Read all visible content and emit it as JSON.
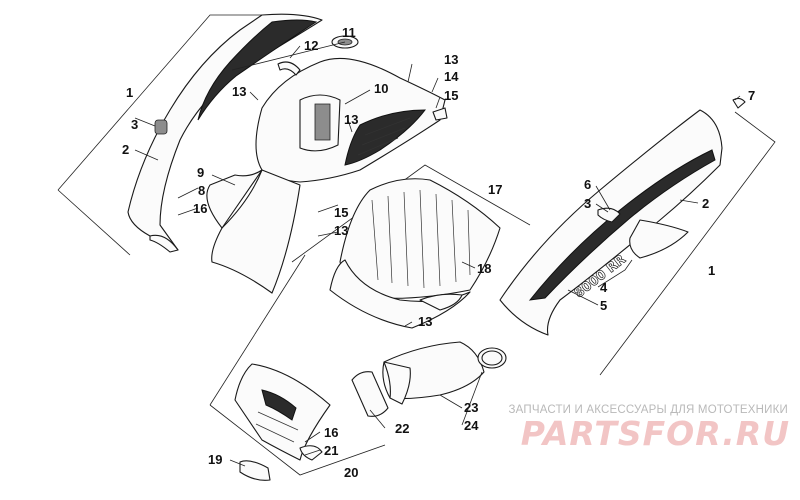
{
  "diagram": {
    "callouts": [
      {
        "id": "1",
        "label": "1"
      },
      {
        "id": "2",
        "label": "2"
      },
      {
        "id": "3",
        "label": "3"
      },
      {
        "id": "4",
        "label": "4"
      },
      {
        "id": "5",
        "label": "5"
      },
      {
        "id": "6",
        "label": "6"
      },
      {
        "id": "7",
        "label": "7"
      },
      {
        "id": "8",
        "label": "8"
      },
      {
        "id": "9",
        "label": "9"
      },
      {
        "id": "10",
        "label": "10"
      },
      {
        "id": "11",
        "label": "11"
      },
      {
        "id": "12",
        "label": "12"
      },
      {
        "id": "13",
        "label": "13"
      },
      {
        "id": "14",
        "label": "14"
      },
      {
        "id": "15",
        "label": "15"
      },
      {
        "id": "16",
        "label": "16"
      },
      {
        "id": "17",
        "label": "17"
      },
      {
        "id": "18",
        "label": "18"
      },
      {
        "id": "19",
        "label": "19"
      },
      {
        "id": "20",
        "label": "20"
      },
      {
        "id": "21",
        "label": "21"
      },
      {
        "id": "22",
        "label": "22"
      },
      {
        "id": "23",
        "label": "23"
      },
      {
        "id": "24",
        "label": "24"
      }
    ],
    "panel_decal_text": "8000 RR"
  },
  "watermark": {
    "subtitle": "ЗАПЧАСТИ И АКСЕССУАРЫ ДЛЯ МОТОТЕХНИКИ",
    "logo": "PARTSFOR.RU",
    "color": "#f2c5c5"
  }
}
